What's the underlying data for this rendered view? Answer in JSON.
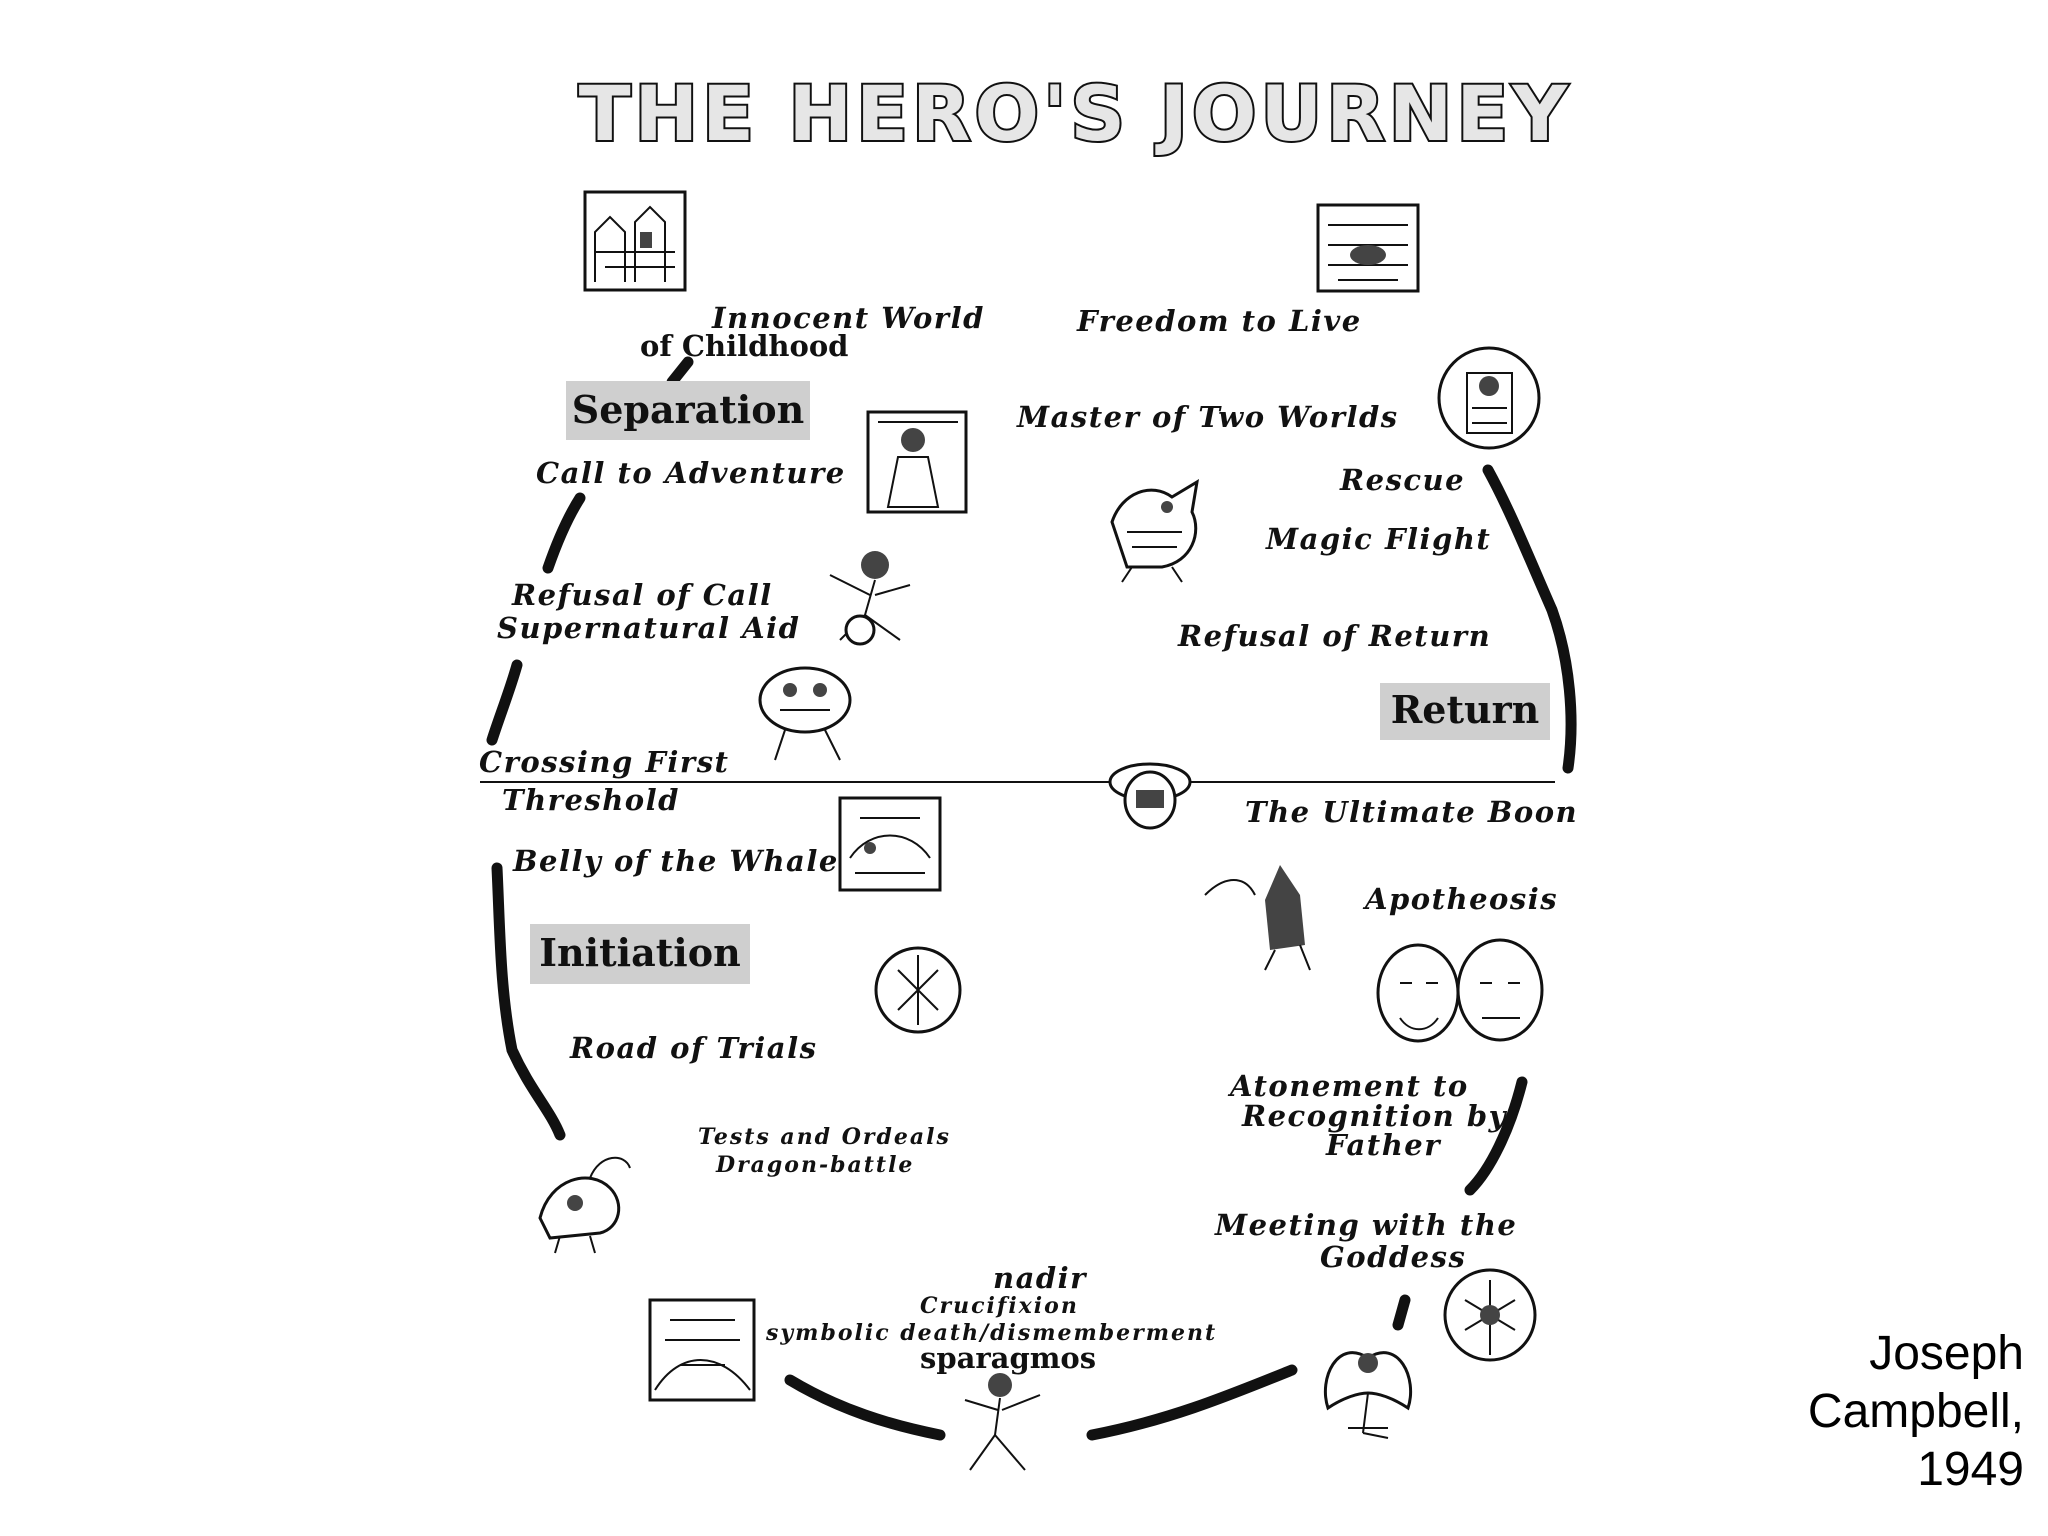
{
  "title": "THE HERO'S JOURNEY",
  "phases": {
    "separation": "Separation",
    "initiation": "Initiation",
    "return": "Return"
  },
  "stages": {
    "innocent_world_1": "Innocent World",
    "innocent_world_2": "of Childhood",
    "call_to_adventure": "Call to Adventure",
    "refusal_of_call": "Refusal of Call",
    "supernatural_aid": "Supernatural Aid",
    "crossing_1": "Crossing First",
    "crossing_2": "Threshold",
    "belly_of_whale": "Belly of the Whale",
    "road_of_trials": "Road of Trials",
    "tests_and_ordeals": "Tests and Ordeals",
    "dragon_battle": "Dragon-battle",
    "nadir": "nadir",
    "crucifixion": "Crucifixion",
    "symbolic_death": "symbolic death/dismemberment",
    "sparagmos": "sparagmos",
    "meeting_goddess_1": "Meeting with the",
    "meeting_goddess_2": "Goddess",
    "atonement_1": "Atonement to",
    "atonement_2": "Recognition by",
    "atonement_3": "Father",
    "apotheosis": "Apotheosis",
    "ultimate_boon": "The Ultimate Boon",
    "refusal_of_return": "Refusal of Return",
    "magic_flight": "Magic Flight",
    "rescue": "Rescue",
    "master_two_worlds": "Master of Two Worlds",
    "freedom_to_live": "Freedom to Live"
  },
  "attribution": {
    "line1": "Joseph",
    "line2": "Campbell,",
    "line3": "1949"
  },
  "icons": [
    "castle-woodcut-icon",
    "scroll-figure-icon",
    "robed-figure-icon",
    "imp-figure-icon",
    "monster-icon",
    "whale-icon",
    "dragon-icon",
    "pile-icon",
    "dancing-figure-icon",
    "winged-goddess-icon",
    "goddess-medallion-icon",
    "father-faces-icon",
    "hooded-figure-icon",
    "ring-icon",
    "griffin-icon",
    "throne-medallion-icon",
    "city-icon"
  ]
}
